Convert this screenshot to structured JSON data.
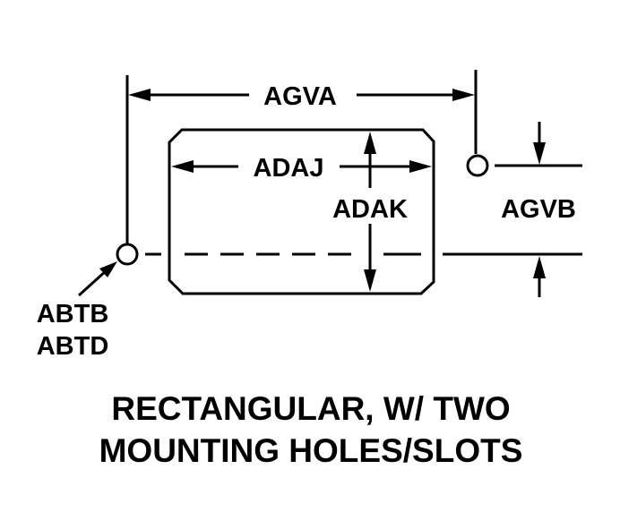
{
  "labels": {
    "overall_width": "AGVA",
    "cutout_width": "ADAJ",
    "cutout_height": "ADAK",
    "hole_offset": "AGVB",
    "hole_callout_1": "ABTB",
    "hole_callout_2": "ABTD"
  },
  "caption": {
    "line1": "RECTANGULAR, W/ TWO",
    "line2": "MOUNTING HOLES/SLOTS"
  },
  "colors": {
    "ink": "#000000",
    "background": "#ffffff"
  }
}
